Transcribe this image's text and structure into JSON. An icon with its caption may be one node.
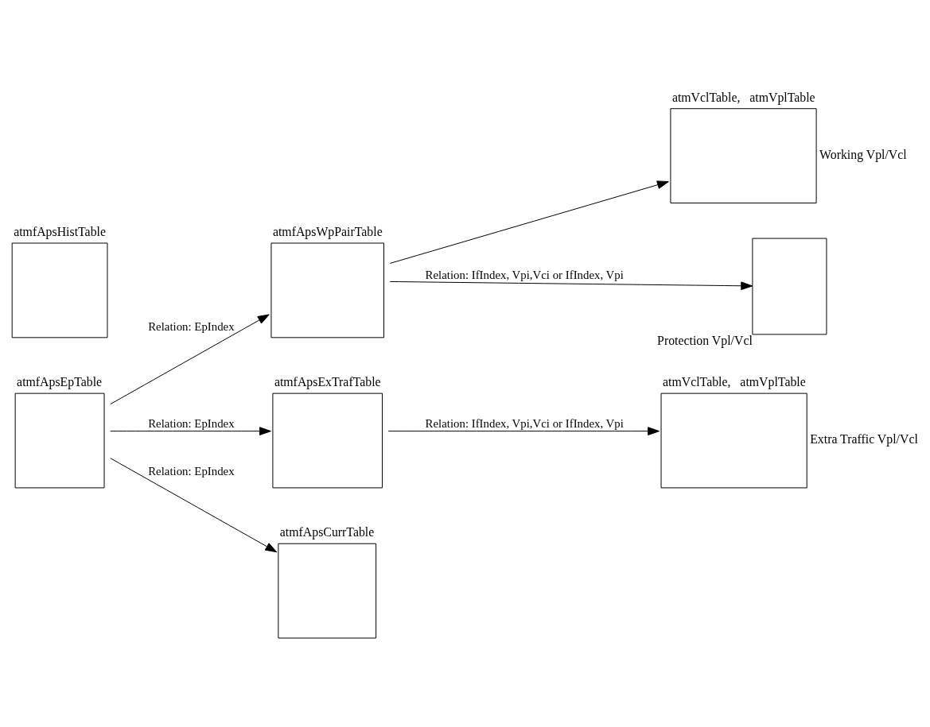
{
  "diagram": {
    "nodes": [
      {
        "text": [
          "atmfApsEpTable"
        ]
      },
      {
        "text": [
          "atmfApsWpPairTable"
        ]
      },
      {
        "text": [
          "atmVclTable,   atmVplTable"
        ],
        "beside": [
          "Working Vpl/Vcl"
        ]
      },
      {
        "text": [],
        "shape": "box",
        "beside": [
          "Protection Vpl/Vcl"
        ]
      },
      {
        "text": [
          "atmfApsExTrafTable"
        ]
      },
      {
        "text": [
          "atmVclTable,   atmVplTable"
        ],
        "beside": [
          "Extra Traffic Vpl/Vcl"
        ]
      },
      {
        "text": [
          "atmfApsCurrTable"
        ]
      },
      {
        "text": [
          "atmfApsHistTable"
        ]
      }
    ],
    "edges": [
      {
        "from": 0,
        "to": 1,
        "arrow": "to",
        "label": "Relation: EpIndex"
      },
      {
        "from": 1,
        "to": 2,
        "arrow": "to"
      },
      {
        "from": 1,
        "to": 3,
        "arrow": "to",
        "label": "Relation: IfIndex, Vpi,Vci or IfIndex, Vpi"
      },
      {
        "from": 0,
        "to": 6,
        "arrow": "to",
        "label": "Relation: EpIndex"
      },
      {
        "from": 0,
        "to": 4,
        "arrow": "to",
        "label": "Relation: EpIndex"
      },
      {
        "from": 4,
        "to": 5,
        "arrow": "to",
        "label": "Relation: IfIndex, Vpi,Vci or IfIndex, Vpi"
      }
    ]
  }
}
